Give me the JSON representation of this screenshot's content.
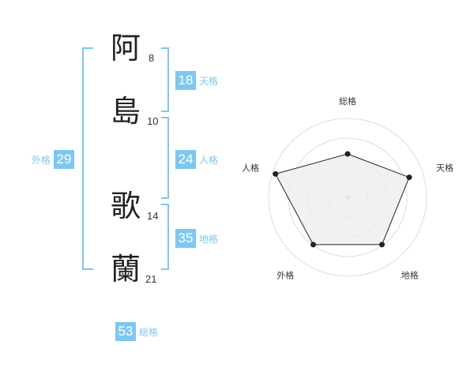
{
  "colors": {
    "accent": "#7fc7ef",
    "label": "#7fc7ef",
    "ink": "#222222"
  },
  "name": [
    {
      "char": "阿",
      "strokes": "8"
    },
    {
      "char": "島",
      "strokes": "10"
    },
    {
      "char": "歌",
      "strokes": "14"
    },
    {
      "char": "蘭",
      "strokes": "21"
    }
  ],
  "kakusu": {
    "tenkaku": {
      "value": "18",
      "label": "天格"
    },
    "jinkaku": {
      "value": "24",
      "label": "人格"
    },
    "chikaku": {
      "value": "35",
      "label": "地格"
    },
    "gaikaku": {
      "value": "29",
      "label": "外格"
    },
    "soukaku": {
      "value": "53",
      "label": "総格"
    }
  },
  "chart_data": {
    "type": "radar",
    "axes": [
      "総格",
      "天格",
      "地格",
      "外格",
      "人格"
    ],
    "values": [
      0.55,
      0.82,
      0.74,
      0.74,
      0.96
    ],
    "rings": 4,
    "fill": "#eeeeee",
    "stroke": "#222222",
    "grid_color": "#dddddd"
  }
}
